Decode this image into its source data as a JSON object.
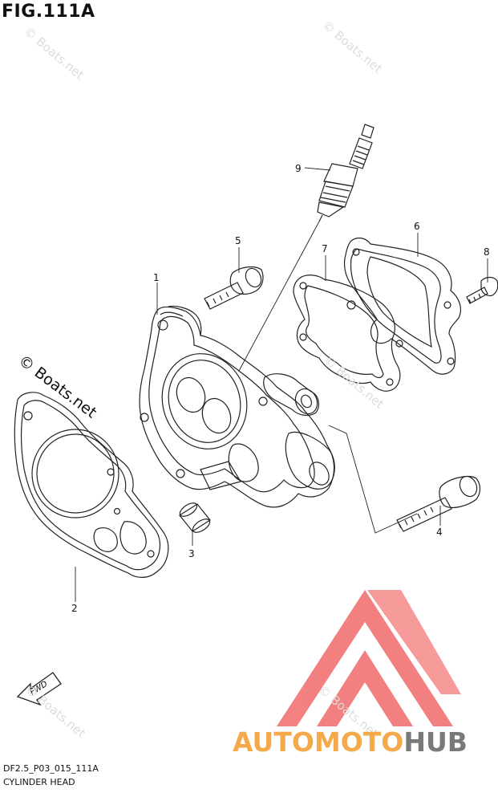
{
  "figure": {
    "title": "FIG.111A",
    "code": "DF2.5_P03_015_111A",
    "name": "CYLINDER HEAD"
  },
  "callouts": [
    "1",
    "2",
    "3",
    "4",
    "5",
    "6",
    "7",
    "8",
    "9"
  ],
  "fwd_label": "FWD",
  "watermark": {
    "side": "© Boats.net",
    "repeated": "© Boats.net"
  },
  "brand": {
    "part1": "AUTOMOTO",
    "part2": "HUB",
    "color_primary": "#f4a94a",
    "color_secondary": "#7a7a7a",
    "logo_color": "#f26b6b"
  }
}
